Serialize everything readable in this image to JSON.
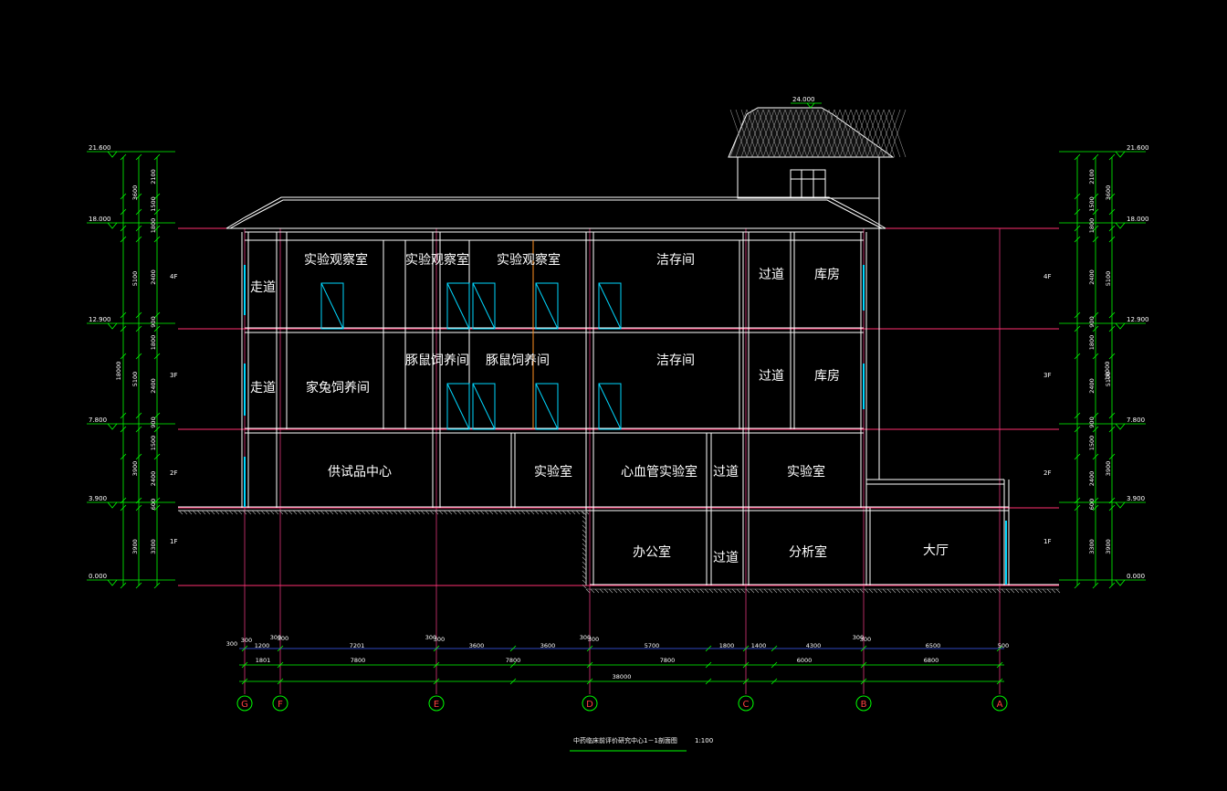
{
  "drawing": {
    "title": "中药临床前评价研究中心1－1剖面图",
    "scale": "1:100",
    "roof_level": "24.000",
    "levels": [
      "21.600",
      "18.000",
      "12.900",
      "7.800",
      "3.900",
      "0.000"
    ],
    "left_dims_inner": [
      "2100",
      "1500",
      "1800",
      "2400",
      "900",
      "1800",
      "2400",
      "900",
      "1500",
      "2400",
      "600",
      "3300"
    ],
    "left_dims_outer": [
      "3600",
      "5100",
      "5100",
      "3900",
      "3900"
    ],
    "left_total": "18000",
    "right_dims_inner": [
      "2100",
      "1500",
      "1800",
      "2400",
      "900",
      "1800",
      "2400",
      "900",
      "1500",
      "2400",
      "600",
      "3300"
    ],
    "right_dims_outer": [
      "3600",
      "5100",
      "5100",
      "3900",
      "3900"
    ],
    "right_total": "18000",
    "floor_tags": [
      "4F",
      "3F",
      "2F",
      "1F"
    ],
    "bottom_dims_row1": [
      "300",
      "300",
      "1200",
      "300",
      "300",
      "7201",
      "300",
      "300",
      "3600",
      "3600",
      "300",
      "300",
      "5700",
      "1800",
      "1400",
      "4300",
      "300",
      "300",
      "6500",
      "500"
    ],
    "bottom_dims_row2": [
      "1801",
      "7800",
      "7800",
      "7800",
      "6000",
      "6800"
    ],
    "bottom_total": "38000",
    "axes": [
      "G",
      "F",
      "E",
      "D",
      "C",
      "B",
      "A"
    ],
    "rooms": {
      "f4": [
        "走道",
        "实验观察室",
        "实验观察室",
        "实验观察室",
        "洁存间",
        "过道",
        "库房"
      ],
      "f3": [
        "走道",
        "家兔饲养间",
        "豚鼠饲养间",
        "豚鼠饲养间",
        "洁存间",
        "过道",
        "库房"
      ],
      "f2": [
        "供试品中心",
        "实验室",
        "心血管实验室",
        "过道",
        "实验室"
      ],
      "f1": [
        "办公室",
        "过道",
        "分析室",
        "大厅"
      ]
    },
    "colors": {
      "background": "#000000",
      "line": "#ffffff",
      "dimension": "#00ff00",
      "floor_line": "#ff3070",
      "grid_line": "#c0306a",
      "window": "#00d8ff",
      "axis_bubble": "#00ff00",
      "dim_blue": "#4060ff"
    }
  }
}
